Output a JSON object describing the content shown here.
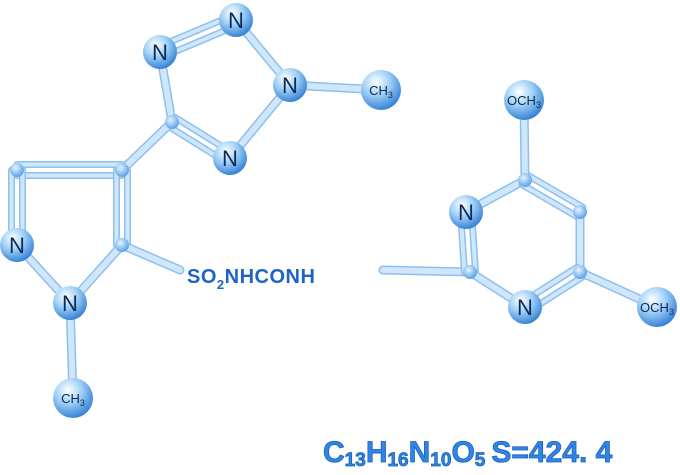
{
  "atoms": {
    "tetrazole_n_left": "N",
    "tetrazole_n_top": "N",
    "tetrazole_n_methyl": "N",
    "tetrazole_n_bottom": "N",
    "pyrazole_n_left": "N",
    "pyrazole_n_methyl": "N",
    "pyrimidine_n_top": "N",
    "pyrimidine_n_bottom": "N"
  },
  "groups": {
    "tetrazole_methyl": {
      "main": "CH",
      "sub": "3"
    },
    "pyrazole_methyl": {
      "main": "CH",
      "sub": "3"
    },
    "methoxy_top": {
      "main": "OCH",
      "sub": "3"
    },
    "methoxy_bottom": {
      "main": "OCH",
      "sub": "3"
    }
  },
  "linker": {
    "a": "SO",
    "sub": "2",
    "b": "NHCONH"
  },
  "formula": {
    "c": "C",
    "c_n": "13",
    "h": "H",
    "h_n": "16",
    "n": "N",
    "n_n": "10",
    "o": "O",
    "o_n": "5",
    "s_mw": "S=424. 4"
  },
  "colors": {
    "bond_fill": "#cfe6fb",
    "bond_edge": "#8cc0ef",
    "atom_light": "#ffffff",
    "atom_mid": "#7fbdf2",
    "atom_dark": "#2c7ad2",
    "label_dark": "#0d2a52",
    "linker_blue": "#1e63c9",
    "formula_blue": "#2f86e6"
  }
}
